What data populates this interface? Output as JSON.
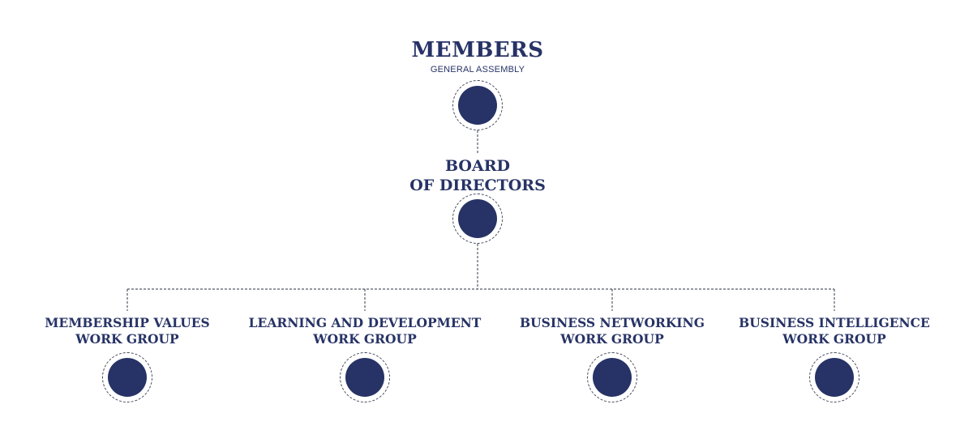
{
  "colors": {
    "node_fill": "#273366",
    "text": "#273366",
    "connector": "#555a66"
  },
  "members": {
    "title": "MEMBERS",
    "subtitle": "GENERAL ASSEMBLY"
  },
  "board": {
    "title_line1": "BOARD",
    "title_line2": "OF DIRECTORS"
  },
  "work_groups": [
    {
      "line1": "MEMBERSHIP VALUES",
      "line2": "WORK GROUP"
    },
    {
      "line1": "LEARNING AND DEVELOPMENT",
      "line2": "WORK GROUP"
    },
    {
      "line1": "BUSINESS NETWORKING",
      "line2": "WORK GROUP"
    },
    {
      "line1": "BUSINESS INTELLIGENCE",
      "line2": "WORK GROUP"
    }
  ]
}
